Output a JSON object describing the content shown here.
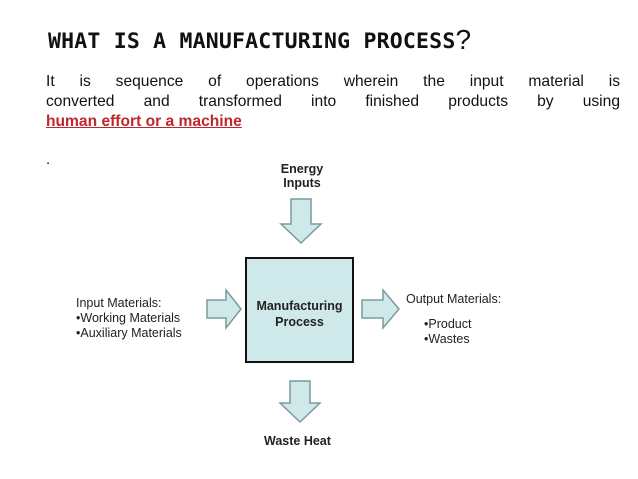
{
  "title": {
    "text": "WHAT IS A MANUFACTURING PROCESS",
    "question_mark": "?"
  },
  "definition": {
    "line1": "It is sequence of operations  wherein the input material is",
    "line2": "converted and transformed into finished products  by using",
    "highlight": "human effort  or a machine",
    "trailing": "."
  },
  "diagram": {
    "energy_inputs": [
      "Energy",
      "Inputs"
    ],
    "process": [
      "Manufacturing",
      "Process"
    ],
    "input_materials": {
      "heading": "Input Materials:",
      "items": [
        "•Working Materials",
        "•Auxiliary Materials"
      ]
    },
    "output_materials": {
      "heading": "Output Materials:",
      "items": [
        "•Product",
        "•Wastes"
      ]
    },
    "waste_heat": "Waste Heat",
    "colors": {
      "box_fill": "#cfe8ea",
      "box_stroke": "#111111",
      "arrow_fill": "#cfe8ea",
      "arrow_stroke": "#7a9a9c",
      "highlight_text": "#c0262d"
    }
  }
}
